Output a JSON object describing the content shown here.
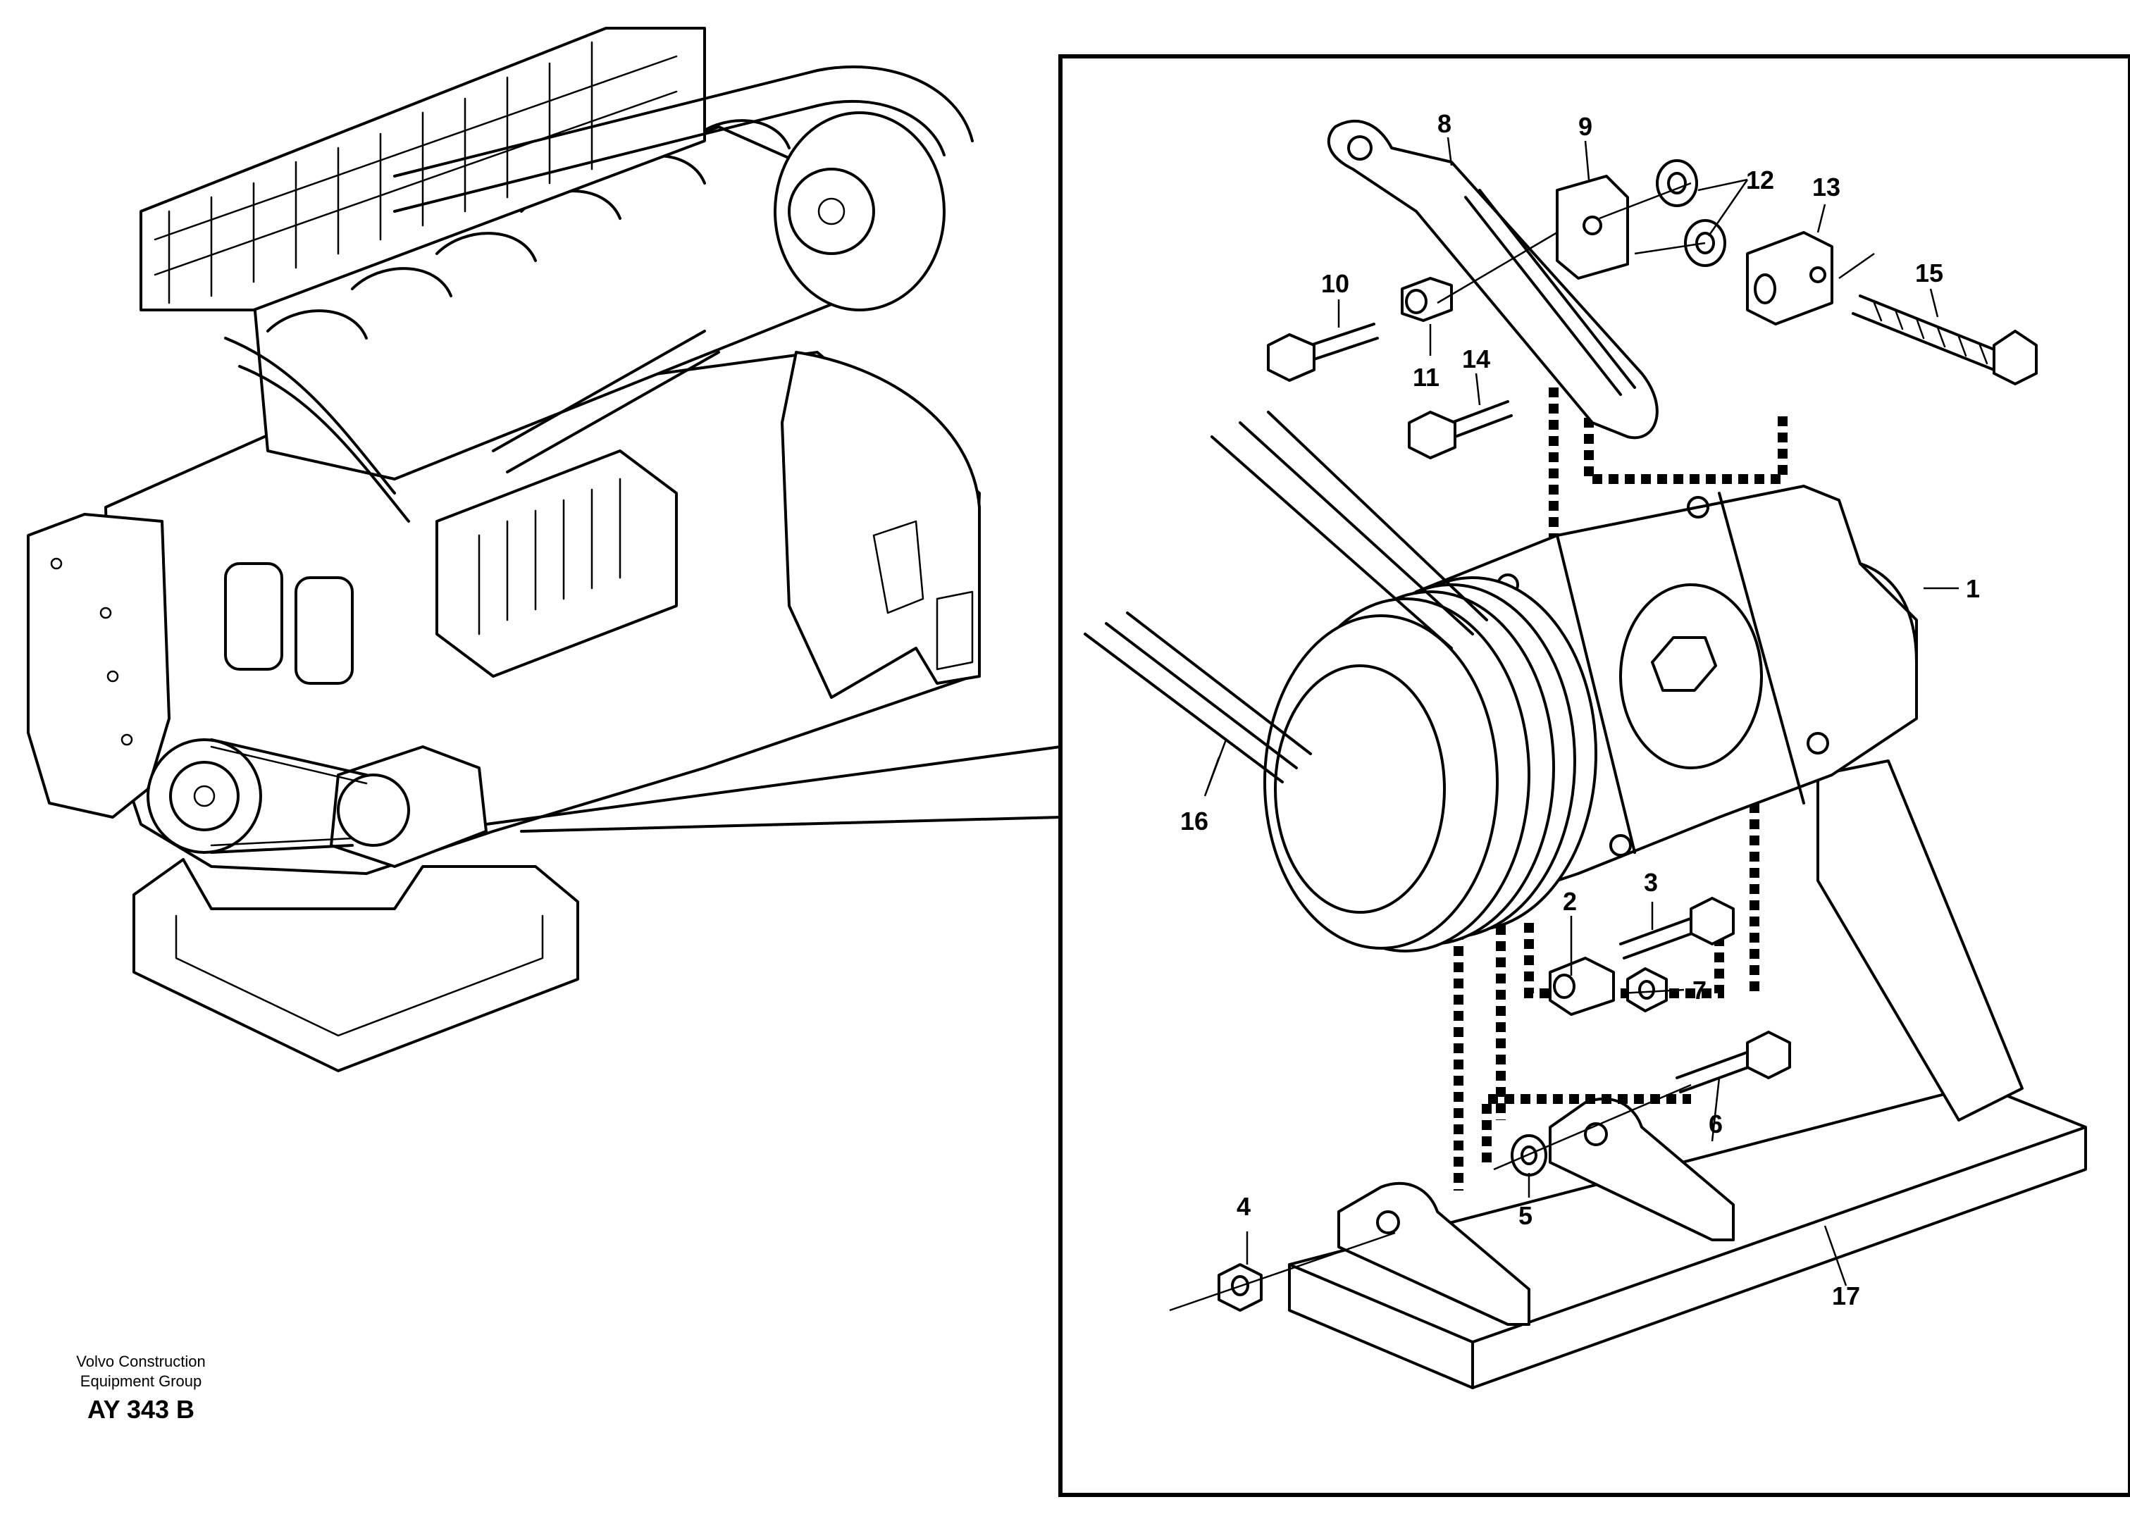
{
  "credit": {
    "line1": "Volvo Construction",
    "line2": "Equipment Group",
    "code": "AY 343 B"
  },
  "callouts": [
    "1",
    "2",
    "3",
    "4",
    "5",
    "6",
    "7",
    "8",
    "9",
    "10",
    "11",
    "12",
    "13",
    "14",
    "15",
    "16",
    "17"
  ]
}
